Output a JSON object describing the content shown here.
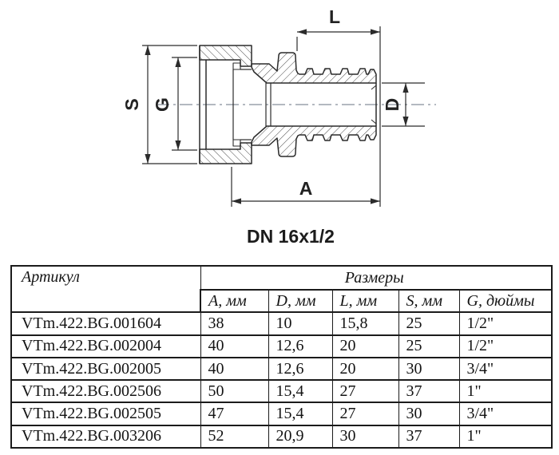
{
  "diagram": {
    "caption": "DN 16x1/2",
    "dim_labels": {
      "l": "L",
      "s": "S",
      "g": "G",
      "d": "D",
      "a": "A"
    }
  },
  "table": {
    "article_header": "Артикул",
    "sizes_header": "Размеры",
    "columns": [
      "A, мм",
      "D, мм",
      "L, мм",
      "S, мм",
      "G, дюймы"
    ],
    "rows": [
      {
        "article": "VTm.422.BG.001604",
        "a": "38",
        "d": "10",
        "l": "15,8",
        "s": "25",
        "g": "1/2\""
      },
      {
        "article": "VTm.422.BG.002004",
        "a": "40",
        "d": "12,6",
        "l": "20",
        "s": "25",
        "g": "1/2\""
      },
      {
        "article": "VTm.422.BG.002005",
        "a": "40",
        "d": "12,6",
        "l": "20",
        "s": "30",
        "g": "3/4\""
      },
      {
        "article": "VTm.422.BG.002506",
        "a": "50",
        "d": "15,4",
        "l": "27",
        "s": "37",
        "g": "1\""
      },
      {
        "article": "VTm.422.BG.002505",
        "a": "47",
        "d": "15,4",
        "l": "27",
        "s": "30",
        "g": "3/4\""
      },
      {
        "article": "VTm.422.BG.003206",
        "a": "52",
        "d": "20,9",
        "l": "30",
        "s": "37",
        "g": "1\""
      }
    ]
  },
  "colors": {
    "outline": "#2b2b2b",
    "dimension": "#2b2b2b",
    "centerline": "#9aa2ab",
    "table_border": "#1b1b1b"
  }
}
